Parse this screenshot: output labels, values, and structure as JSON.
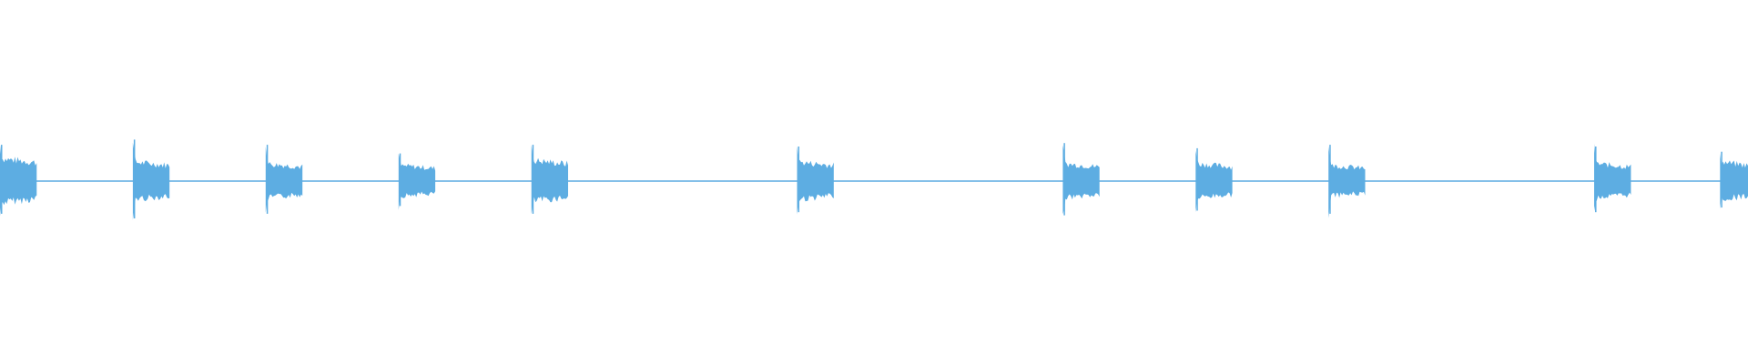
{
  "waveform": {
    "color": "#5dade2",
    "background": "#ffffff",
    "duration_units": 1,
    "bursts": [
      {
        "start": 0.0,
        "end": 0.021,
        "peak": 0.42,
        "body": 0.26
      },
      {
        "start": 0.076,
        "end": 0.097,
        "peak": 0.48,
        "body": 0.22
      },
      {
        "start": 0.152,
        "end": 0.173,
        "peak": 0.42,
        "body": 0.2
      },
      {
        "start": 0.228,
        "end": 0.249,
        "peak": 0.32,
        "body": 0.18
      },
      {
        "start": 0.304,
        "end": 0.325,
        "peak": 0.42,
        "body": 0.24
      },
      {
        "start": 0.456,
        "end": 0.477,
        "peak": 0.4,
        "body": 0.22
      },
      {
        "start": 0.608,
        "end": 0.629,
        "peak": 0.44,
        "body": 0.2
      },
      {
        "start": 0.684,
        "end": 0.705,
        "peak": 0.38,
        "body": 0.2
      },
      {
        "start": 0.76,
        "end": 0.781,
        "peak": 0.42,
        "body": 0.18
      },
      {
        "start": 0.912,
        "end": 0.933,
        "peak": 0.4,
        "body": 0.2
      },
      {
        "start": 0.984,
        "end": 1.0,
        "peak": 0.34,
        "body": 0.22
      }
    ],
    "noise_floor": 0.008
  }
}
